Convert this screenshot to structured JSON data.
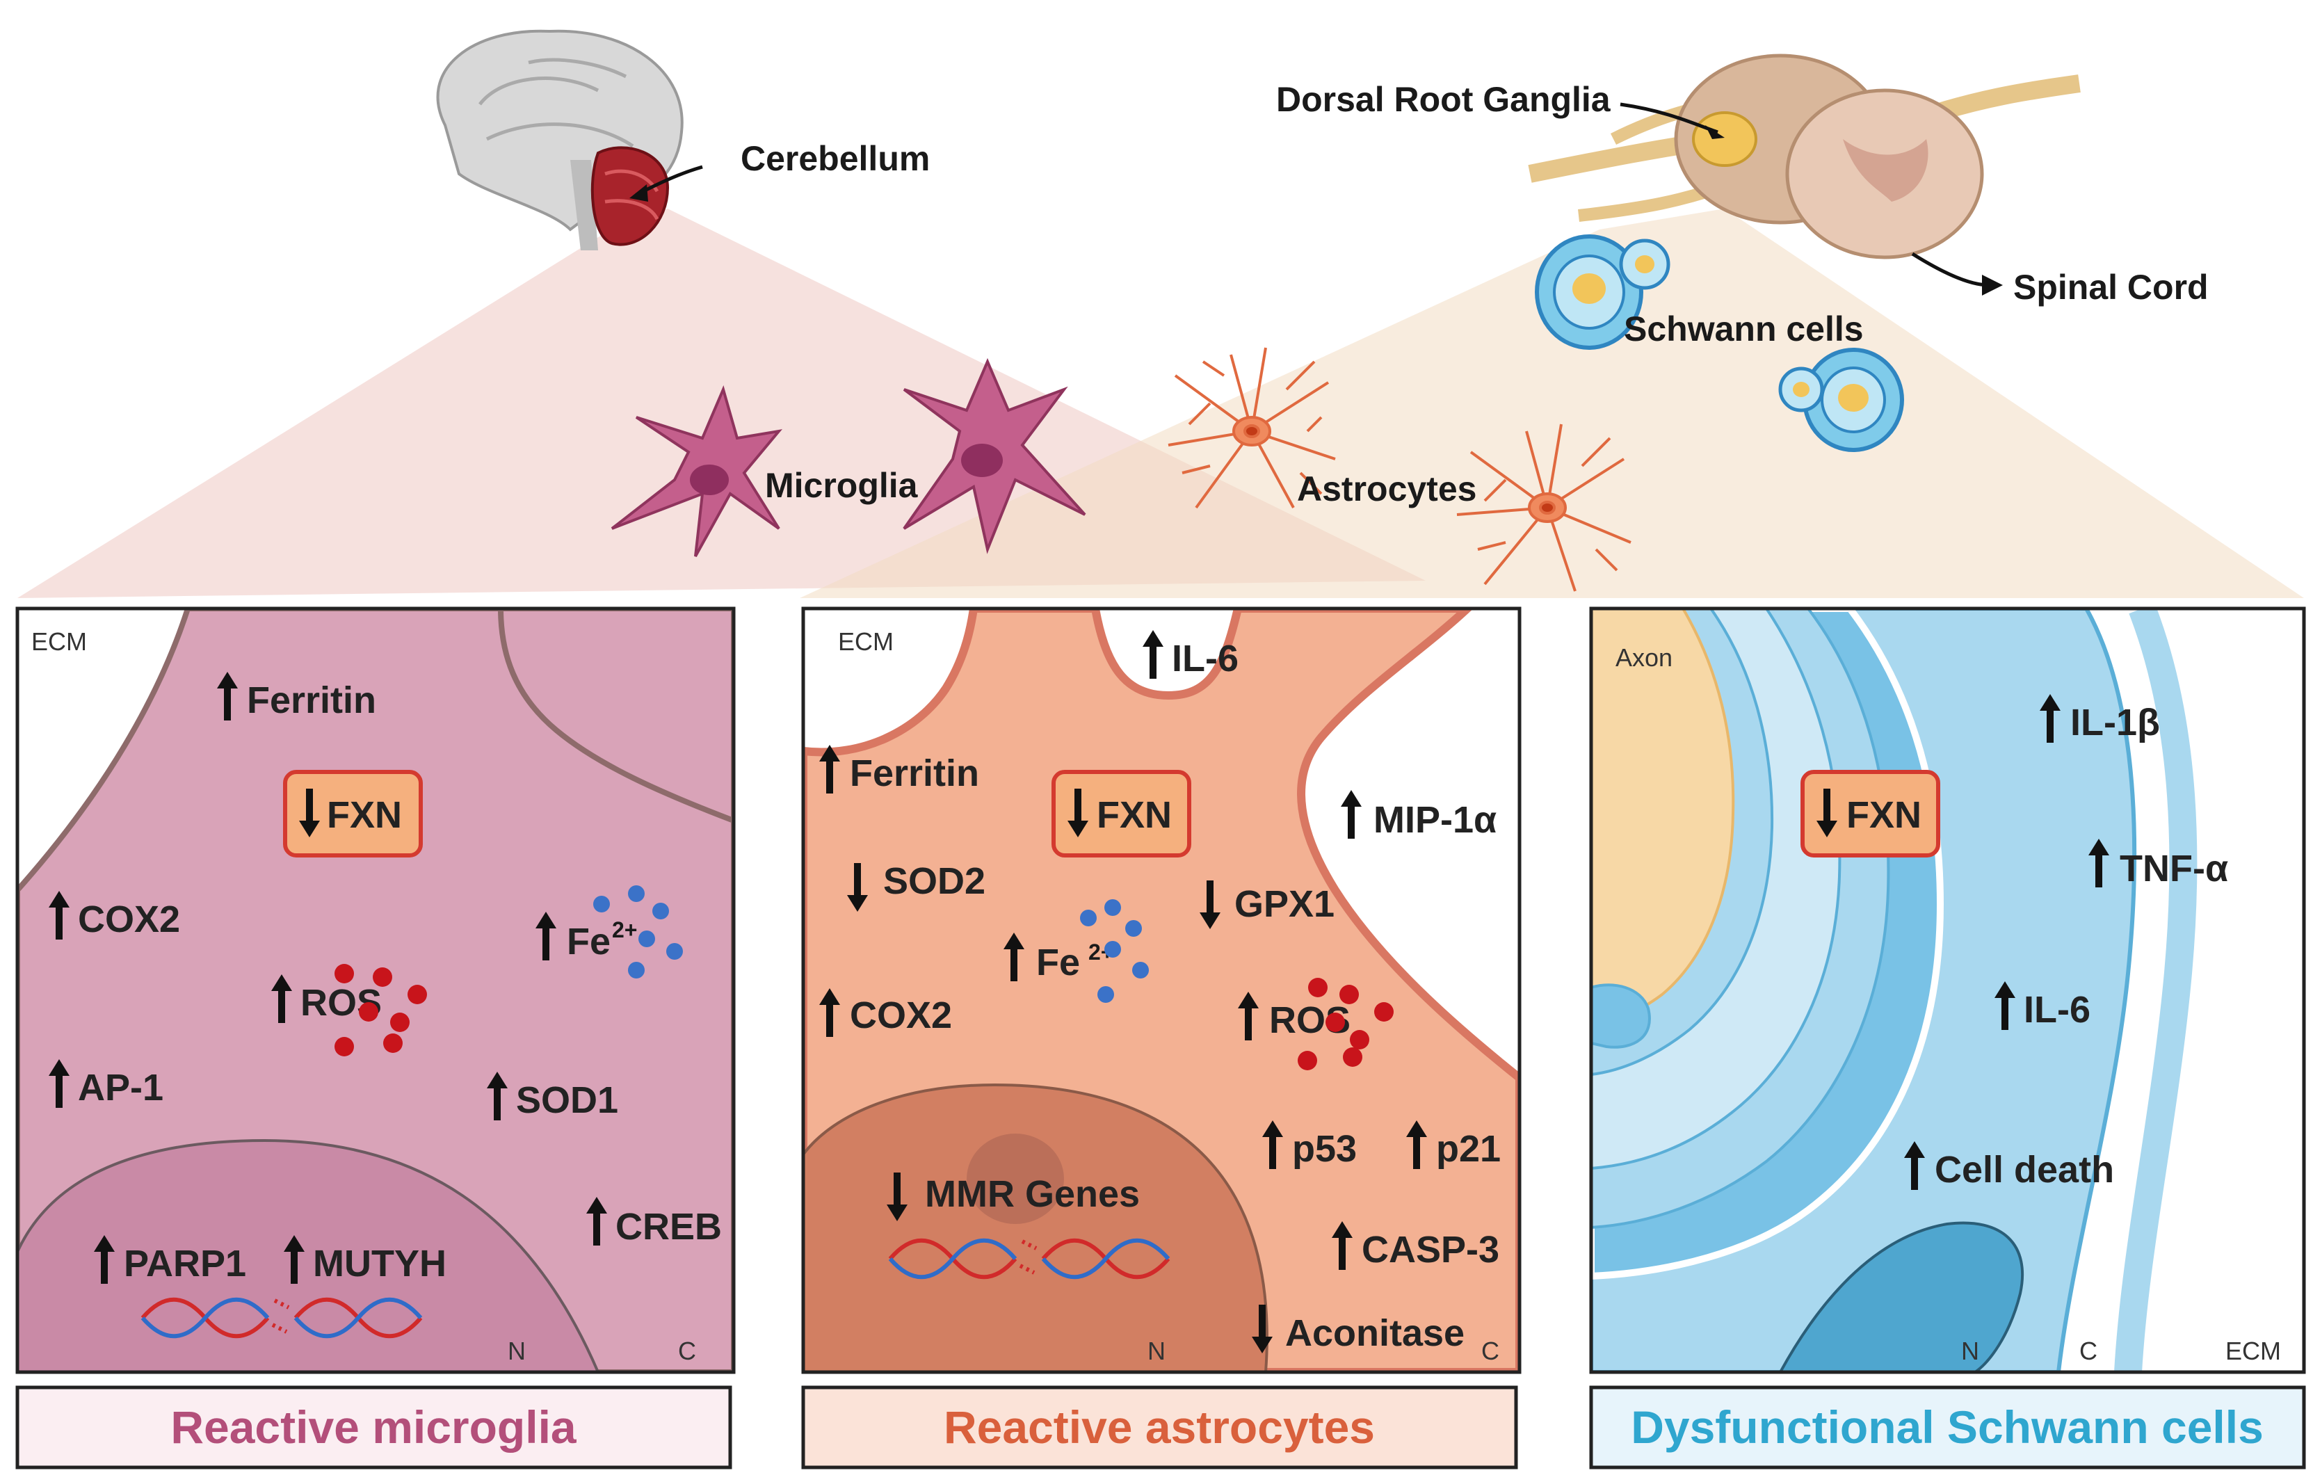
{
  "header": {
    "cerebellum": "Cerebellum",
    "drg": "Dorsal Root Ganglia",
    "spinal_cord": "Spinal Cord",
    "schwann": "Schwann cells",
    "microglia": "Microglia",
    "astrocytes": "Astrocytes"
  },
  "panel1": {
    "ecm": "ECM",
    "n": "N",
    "c": "C",
    "fxn": "FXN",
    "ferritin": "Ferritin",
    "cox2": "COX2",
    "ros": "ROS",
    "ap1": "AP-1",
    "fe": "Fe",
    "fe_sup": "2+",
    "sod1": "SOD1",
    "creb": "CREB",
    "parp1": "PARP1",
    "mutyh": "MUTYH",
    "title": "Reactive microglia"
  },
  "panel2": {
    "ecm": "ECM",
    "n": "N",
    "c": "C",
    "fxn": "FXN",
    "il6": "IL-6",
    "ferritin": "Ferritin",
    "mip": "MIP-1α",
    "sod2": "SOD2",
    "gpx1": "GPX1",
    "fe": "Fe",
    "fe_sup": "2+",
    "cox2": "COX2",
    "ros": "ROS",
    "p53": "p53",
    "p21": "p21",
    "mmr": "MMR Genes",
    "casp3": "CASP-3",
    "aconitase": "Aconitase",
    "title": "Reactive astrocytes"
  },
  "panel3": {
    "axon": "Axon",
    "n": "N",
    "c": "C",
    "ecm": "ECM",
    "fxn": "FXN",
    "il1b": "IL-1β",
    "tnfa": "TNF-α",
    "il6": "IL-6",
    "death": "Cell death",
    "title": "Dysfunctional Schwann cells"
  },
  "colors": {
    "microglia": "#b34f7a",
    "astro": "#d9603c",
    "schwann": "#2fa6cf",
    "fxn_box": "#f5b07e",
    "fxn_border": "#d43a2f",
    "ros": "#c8141b",
    "fe": "#3b72c8"
  }
}
